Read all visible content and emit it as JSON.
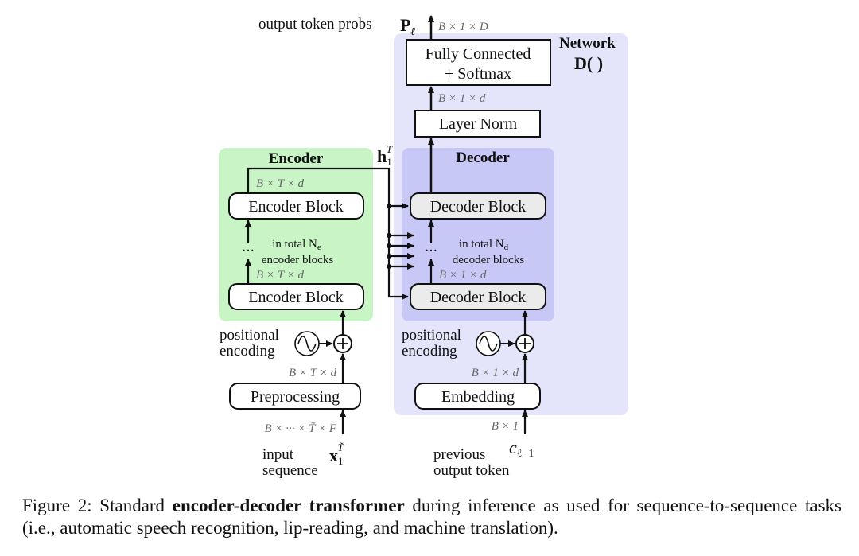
{
  "figure": {
    "output_label": "output token probs",
    "output_symbol": "P",
    "output_symbol_sub": "ℓ",
    "output_dim": "B × 1 × D",
    "network_label": "Network",
    "network_func": "D( )",
    "fc_line1": "Fully Connected",
    "fc_line2": "+ Softmax",
    "fc_dim": "B × 1 × d",
    "layernorm": "Layer Norm",
    "hidden_symbol": "h",
    "hidden_sub": "1",
    "hidden_sup": "T",
    "encoder": {
      "title": "Encoder",
      "top_dim": "B × T × d",
      "block_top": "Encoder Block",
      "total_line1": "in total N",
      "total_sub": "e",
      "total_line2": "encoder blocks",
      "mid_dim": "B × T × d",
      "block_bottom": "Encoder Block",
      "pos_line1": "positional",
      "pos_line2": "encoding",
      "pre_dim": "B × T × d",
      "preprocessing": "Preprocessing",
      "input_dim": "B × ··· × T̃ × F",
      "input_line1": "input",
      "input_line2": "sequence",
      "input_symbol": "x",
      "input_sub": "1",
      "input_sup": "T̃"
    },
    "decoder": {
      "title": "Decoder",
      "block_top": "Decoder Block",
      "total_line1": "in total N",
      "total_sub": "d",
      "total_line2": "decoder blocks",
      "mid_dim": "B × 1 × d",
      "block_bottom": "Decoder Block",
      "pos_line1": "positional",
      "pos_line2": "encoding",
      "emb_dim": "B × 1 × d",
      "embedding": "Embedding",
      "input_dim": "B × 1",
      "input_line1": "previous",
      "input_line2": "output token",
      "input_symbol": "c",
      "input_sub": "ℓ−1"
    },
    "dots": "···",
    "colors": {
      "encoder_bg": "#c9f5c6",
      "network_bg": "#e4e4fb",
      "decoder_bg": "#c8c8f6",
      "decoder_block_fill": "#ebebeb",
      "dim_text": "#666666"
    }
  },
  "caption": {
    "prefix": "Figure 2:  Standard ",
    "bold": "encoder-decoder transformer",
    "suffix": " during inference as used for sequence-to-sequence tasks (i.e., automatic speech recognition, lip-reading, and machine translation)."
  }
}
